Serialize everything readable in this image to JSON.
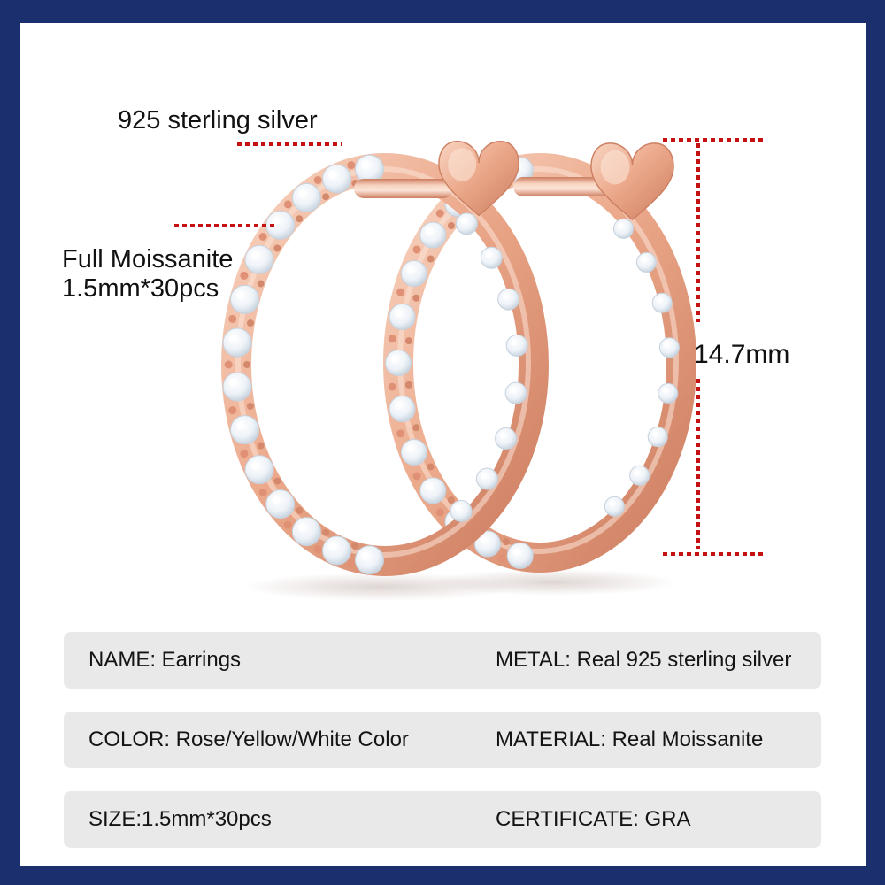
{
  "frame": {
    "border_color": "#1b2e6e",
    "background": "#ffffff"
  },
  "annotations": {
    "material_label": "925 sterling silver",
    "stone_label_line1": "Full Moissanite",
    "stone_label_line2": "1.5mm*30pcs",
    "height_label": "14.7mm",
    "line_color": "#c41111"
  },
  "product_photo": {
    "description": "Two rose gold huggie hoop earrings fully set with round moissanite stones, shown overlapping at a three-quarter angle with heart-shaped clasps",
    "gold_light": "#f8d5c2",
    "gold_mid": "#eca98b",
    "gold_deep": "#cd7d60",
    "gold_highlight": "#fce4d7",
    "stone_light": "#ffffff",
    "stone_shade": "#b5c3d2"
  },
  "spec_table": {
    "cell_bg": "#e9e9e9",
    "text_color": "#141414",
    "rows": [
      {
        "left": "NAME: Earrings",
        "right": "METAL: Real 925 sterling silver"
      },
      {
        "left": "COLOR: Rose/Yellow/White Color",
        "right": "MATERIAL: Real Moissanite"
      },
      {
        "left": "SIZE:1.5mm*30pcs",
        "right": "CERTIFICATE: GRA"
      }
    ]
  }
}
